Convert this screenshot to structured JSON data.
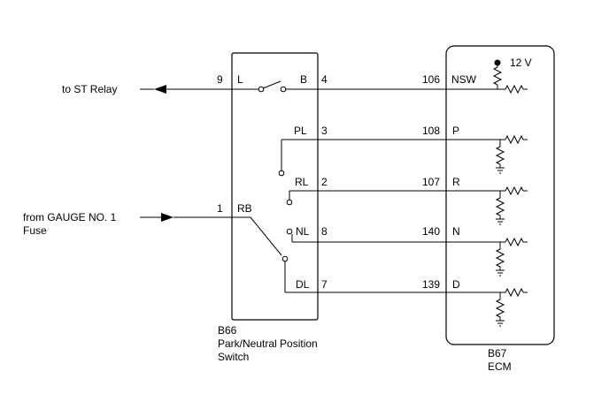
{
  "switch": {
    "code": "B66",
    "name_line1": "Park/Neutral Position",
    "name_line2": "Switch",
    "pin_9": "9",
    "pin_L": "L",
    "pin_B": "B",
    "pin_4": "4",
    "pin_PL": "PL",
    "pin_3": "3",
    "pin_RL": "RL",
    "pin_2": "2",
    "pin_1": "1",
    "pin_RB": "RB",
    "pin_NL": "NL",
    "pin_8": "8",
    "pin_DL": "DL",
    "pin_7": "7"
  },
  "ecm": {
    "code": "B67",
    "name": "ECM",
    "supply": "12 V",
    "pin_106": "106",
    "pin_NSW": "NSW",
    "pin_108": "108",
    "pin_P": "P",
    "pin_107": "107",
    "pin_R": "R",
    "pin_140": "140",
    "pin_N": "N",
    "pin_139": "139",
    "pin_D": "D"
  },
  "external": {
    "to_st_relay": "to ST Relay",
    "from_gauge": "from GAUGE NO. 1",
    "fuse": "Fuse"
  }
}
